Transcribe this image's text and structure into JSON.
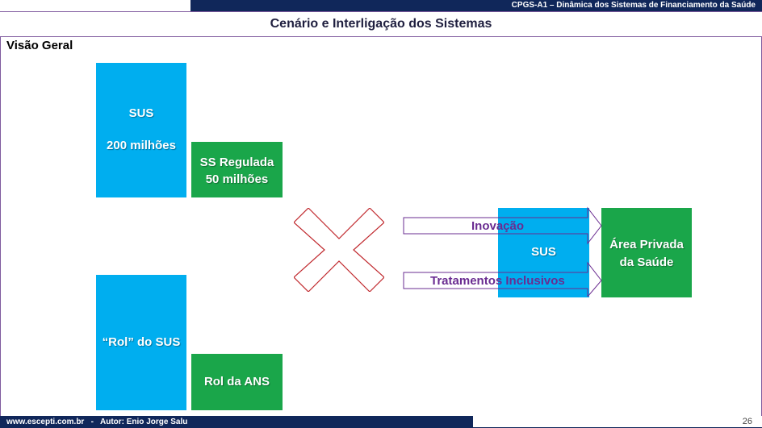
{
  "header": {
    "course": "CPGS-A1 – Dinâmica dos Sistemas de Financiamento da Saúde",
    "title": "Cenário e Interligação dos Sistemas"
  },
  "section": "Visão Geral",
  "boxes": {
    "sus_line1": "SUS",
    "sus_line2": "200 milhões",
    "ss_line1": "SS Regulada",
    "ss_line2": "50 milhões",
    "rol_sus": "“Rol” do SUS",
    "rol_ans": "Rol da ANS",
    "sus_right": "SUS",
    "area_line1": "Área Privada",
    "area_line2": "da Saúde"
  },
  "arrows": {
    "top_label": "Inovação",
    "bottom_label": "Tratamentos Inclusivos"
  },
  "footer": {
    "site": "www.escepti.com.br",
    "separator": "-",
    "author": "Autor: Enio Jorge Salu",
    "page": "26"
  },
  "colors": {
    "navy": "#10275a",
    "blue": "#00aeef",
    "green": "#1aa64a",
    "purple": "#6a2c91",
    "cross": "#c0282d"
  }
}
